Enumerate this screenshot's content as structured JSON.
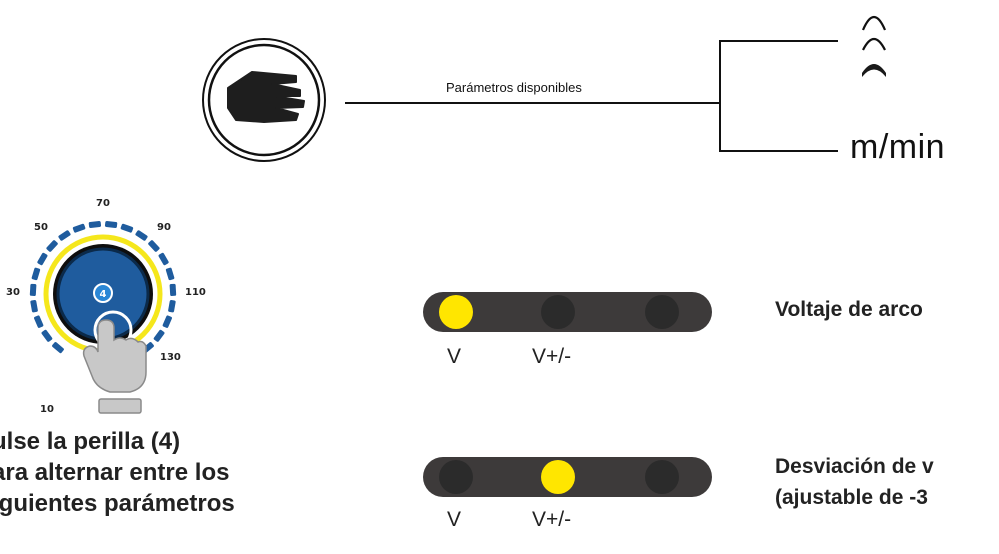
{
  "connector": {
    "label": "Parámetros disponibles",
    "speed_unit": "m/min"
  },
  "knob": {
    "number": "4",
    "scale": [
      "10",
      "30",
      "50",
      "70",
      "90",
      "110",
      "130"
    ]
  },
  "led_bars": [
    {
      "active_index": 0,
      "labels": [
        "V",
        "V+/-"
      ],
      "description_lines": [
        "Voltaje de arco"
      ]
    },
    {
      "active_index": 1,
      "labels": [
        "V",
        "V+/-"
      ],
      "description_lines": [
        "Desviación de v",
        "(ajustable de -3"
      ]
    }
  ],
  "instructions": {
    "lines": [
      "ulse la perilla (4)",
      "ara alternar entre los",
      "iguientes parámetros"
    ]
  },
  "colors": {
    "led_active": "#ffe600",
    "led_off": "#2b2b2b",
    "bar_bg": "#3d3a3a",
    "knob_blue": "#1f5c9e",
    "ring_yellow": "#f5e71c"
  }
}
